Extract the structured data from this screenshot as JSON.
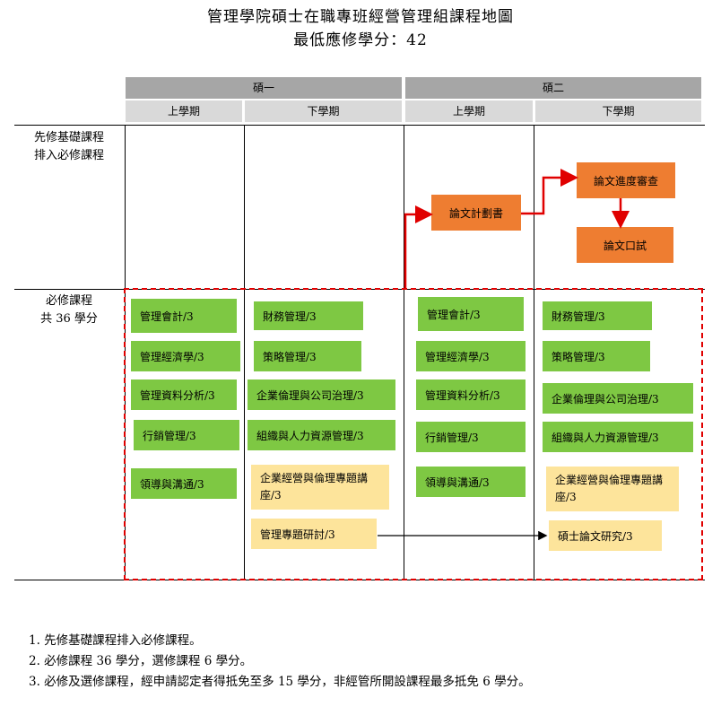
{
  "title": "管理學院碩士在職專班經營管理組課程地圖",
  "subtitle": "最低應修學分：42",
  "years": [
    "碩一",
    "碩二"
  ],
  "semesters": [
    "上學期",
    "下學期",
    "上學期",
    "下學期"
  ],
  "row_labels": {
    "prereq_line1": "先修基礎課程",
    "prereq_line2": "排入必修課程",
    "required_line1": "必修課程",
    "required_line2": "共 36 學分"
  },
  "thesis": {
    "plan": "論文計劃書",
    "progress": "論文進度審查",
    "oral": "論文口試"
  },
  "y1s1": [
    "管理會計/3",
    "管理經濟學/3",
    "管理資料分析/3",
    "行銷管理/3",
    "領導與溝通/3"
  ],
  "y1s2": [
    "財務管理/3",
    "策略管理/3",
    "企業倫理與公司治理/3",
    "組織與人力資源管理/3"
  ],
  "y1s2_yellow": [
    "企業經營與倫理專題講座/3",
    "管理專題研討/3"
  ],
  "y2s1": [
    "管理會計/3",
    "管理經濟學/3",
    "管理資料分析/3",
    "行銷管理/3",
    "領導與溝通/3"
  ],
  "y2s2": [
    "財務管理/3",
    "策略管理/3",
    "企業倫理與公司治理/3",
    "組織與人力資源管理/3"
  ],
  "y2s2_yellow": [
    "企業經營與倫理專題講座/3",
    "碩士論文研究/3"
  ],
  "notes": [
    "1.  先修基礎課程排入必修課程。",
    "2.  必修課程 36 學分，選修課程 6 學分。",
    "3.  必修及選修課程，經申請認定者得抵免至多 15 學分，非經管所開設課程最多抵免 6 學分。"
  ],
  "colors": {
    "required": "#7ec843",
    "elective": "#fde49b",
    "thesis": "#ee7d31",
    "header_dark": "#a6a6a6",
    "header_light": "#d9d9d9",
    "dashed_border": "#e00000"
  }
}
